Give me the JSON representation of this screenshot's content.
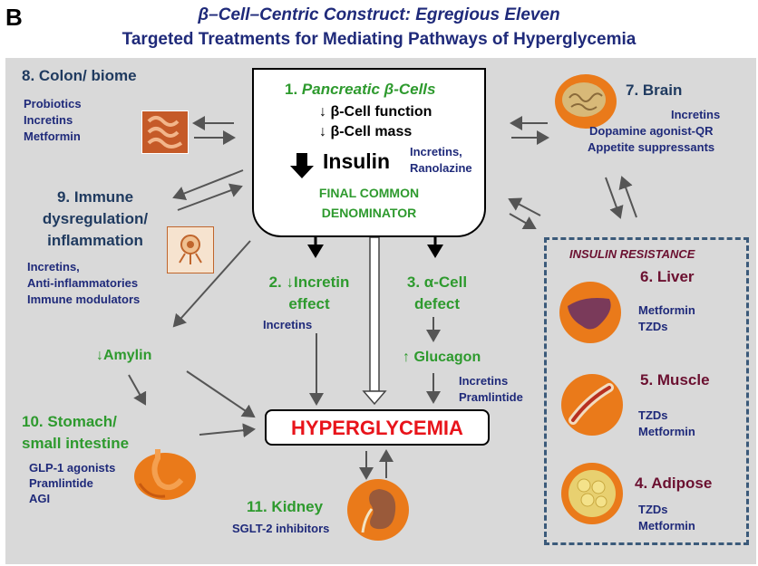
{
  "header": {
    "panel_letter": "B",
    "title_line1": "β–Cell–Centric Construct: Egregious Eleven",
    "title_line2": "Targeted Treatments for Mediating Pathways of Hyperglycemia"
  },
  "beta_cell": {
    "number": "1.",
    "title": "Pancreatic β-Cells",
    "item1": "↓ β-Cell function",
    "item2": "↓ β-Cell mass",
    "insulin": "Insulin",
    "treat1": "Incretins,",
    "treat2": "Ranolazine",
    "final1": "FINAL COMMON",
    "final2": "DENOMINATOR"
  },
  "colon": {
    "title": "8. Colon/ biome",
    "treatments": [
      "Probiotics",
      "Incretins",
      "Metformin"
    ]
  },
  "immune": {
    "title_lines": [
      "9.  Immune",
      "dysregulation/",
      "inflammation"
    ],
    "treatments": [
      "Incretins,",
      "Anti-inflammatories",
      "Immune modulators"
    ]
  },
  "incretin": {
    "title_lines": [
      "2. ↓Incretin",
      "effect"
    ],
    "treatments": [
      "Incretins"
    ]
  },
  "alpha": {
    "title_lines": [
      "3. α-Cell",
      "defect"
    ],
    "glucagon": "↑ Glucagon",
    "treatments": [
      "Incretins",
      "Pramlintide"
    ]
  },
  "amylin": {
    "label": "↓Amylin"
  },
  "stomach": {
    "title_lines": [
      "10. Stomach/",
      "small intestine"
    ],
    "treatments": [
      "GLP-1 agonists",
      "Pramlintide",
      "AGI"
    ]
  },
  "hyperglycemia": {
    "label": "HYPERGLYCEMIA"
  },
  "kidney": {
    "title": "11.  Kidney",
    "treatments": [
      "SGLT-2 inhibitors"
    ]
  },
  "brain": {
    "title": "7. Brain",
    "treatments": [
      "Incretins",
      "Dopamine agonist-QR",
      "Appetite suppressants"
    ]
  },
  "insulin_resistance": {
    "label": "INSULIN RESISTANCE"
  },
  "liver": {
    "title": "6. Liver",
    "treatments": [
      "Metformin",
      "TZDs"
    ]
  },
  "muscle": {
    "title": "5. Muscle",
    "treatments": [
      "TZDs",
      "Metformin"
    ]
  },
  "adipose": {
    "title": "4. Adipose",
    "treatments": [
      "TZDs",
      "Metformin"
    ]
  },
  "colors": {
    "navy": "#1f2a7a",
    "green": "#2e9a2e",
    "maroon": "#6b1030",
    "red": "#e8141b",
    "panel": "#d9d9d9",
    "organ_bg": "#ea7a1a",
    "ir_border": "#3b5a7a"
  },
  "icons": [
    "colon-icon",
    "immune-cell-icon",
    "brain-icon",
    "liver-icon",
    "muscle-icon",
    "adipose-icon",
    "stomach-icon",
    "kidney-icon"
  ]
}
